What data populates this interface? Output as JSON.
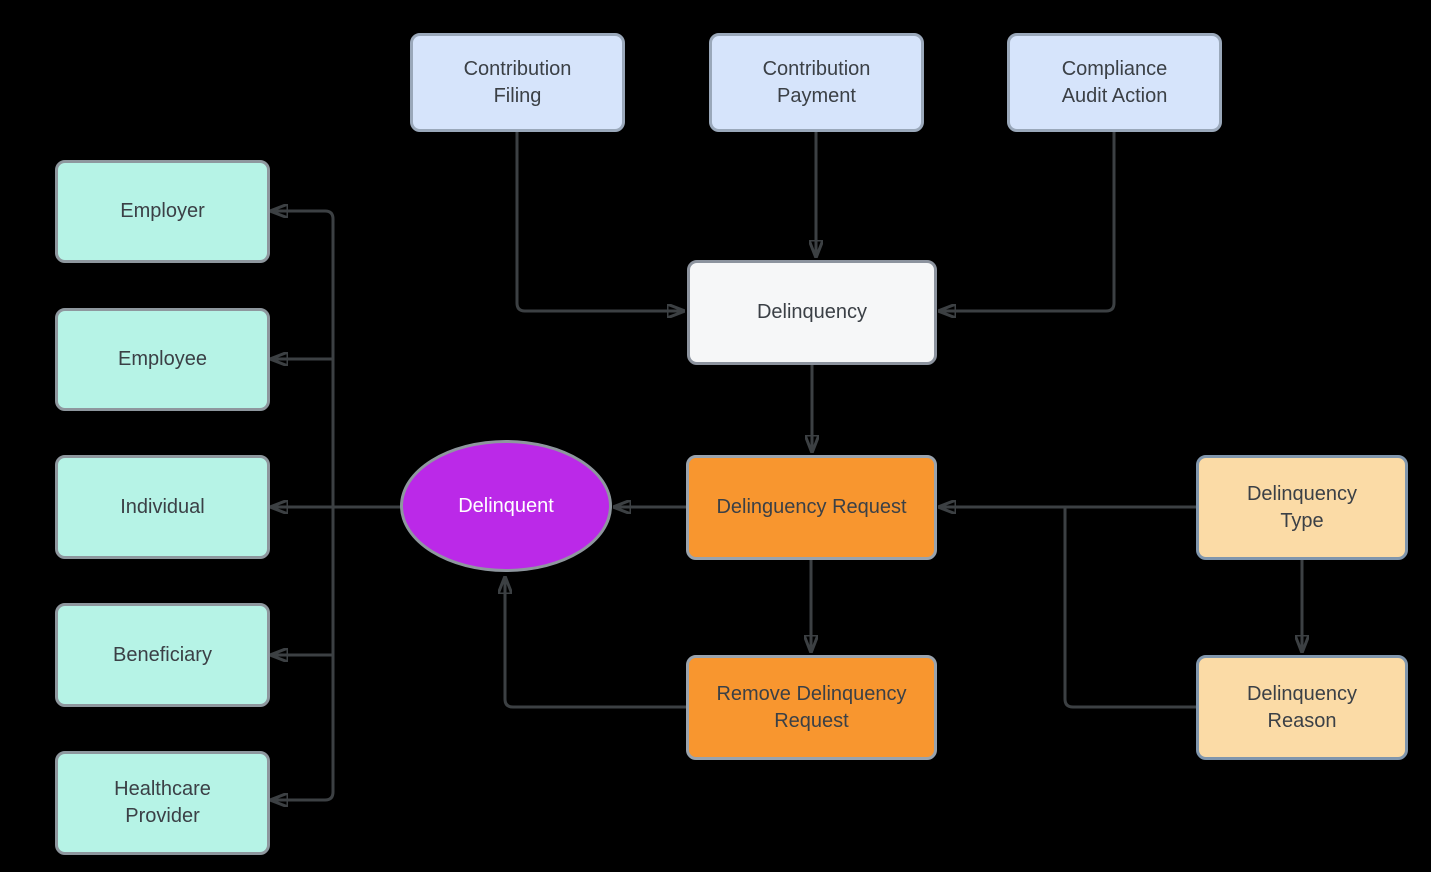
{
  "diagram": {
    "background": "#000000",
    "line_color": "#3c4043",
    "nodes": {
      "contribution_filing": {
        "label": "Contribution\nFiling",
        "shape": "rect",
        "color": "#d6e4fb"
      },
      "contribution_payment": {
        "label": "Contribution\nPayment",
        "shape": "rect",
        "color": "#d6e4fb"
      },
      "compliance_audit_action": {
        "label": "Compliance\nAudit Action",
        "shape": "rect",
        "color": "#d6e4fb"
      },
      "delinquency": {
        "label": "Delinquency",
        "shape": "rect",
        "color": "#f6f7f8"
      },
      "employer": {
        "label": "Employer",
        "shape": "rect",
        "color": "#b6f3e6"
      },
      "employee": {
        "label": "Employee",
        "shape": "rect",
        "color": "#b6f3e6"
      },
      "individual": {
        "label": "Individual",
        "shape": "rect",
        "color": "#b6f3e6"
      },
      "beneficiary": {
        "label": "Beneficiary",
        "shape": "rect",
        "color": "#b6f3e6"
      },
      "healthcare_provider": {
        "label": "Healthcare\nProvider",
        "shape": "rect",
        "color": "#b6f3e6"
      },
      "delinquent": {
        "label": "Delinquent",
        "shape": "ellipse",
        "color": "#bb29e8"
      },
      "delinquency_request": {
        "label": "Delinguency Request",
        "shape": "rect",
        "color": "#f8962f"
      },
      "remove_delinquency_request": {
        "label": "Remove Delinquency\nRequest",
        "shape": "rect",
        "color": "#f8962f"
      },
      "delinquency_type": {
        "label": "Delinquency\nType",
        "shape": "rect",
        "color": "#fbdba6"
      },
      "delinquency_reason": {
        "label": "Delinquency\nReason",
        "shape": "rect",
        "color": "#fbdba6"
      }
    },
    "edges": [
      {
        "from": "contribution_filing",
        "to": "delinquency"
      },
      {
        "from": "contribution_payment",
        "to": "delinquency"
      },
      {
        "from": "compliance_audit_action",
        "to": "delinquency"
      },
      {
        "from": "delinquency",
        "to": "delinquency_request"
      },
      {
        "from": "delinquency_request",
        "to": "delinquent"
      },
      {
        "from": "delinquent",
        "to": "employer"
      },
      {
        "from": "delinquent",
        "to": "employee"
      },
      {
        "from": "delinquent",
        "to": "individual"
      },
      {
        "from": "delinquent",
        "to": "beneficiary"
      },
      {
        "from": "delinquent",
        "to": "healthcare_provider"
      },
      {
        "from": "delinquency_type",
        "to": "delinquency_request"
      },
      {
        "from": "delinquency_type",
        "to": "delinquency_reason"
      },
      {
        "from": "delinquency_reason",
        "to": "delinquency_request"
      },
      {
        "from": "delinquency_request",
        "to": "remove_delinquency_request"
      },
      {
        "from": "remove_delinquency_request",
        "to": "delinquent"
      }
    ]
  }
}
